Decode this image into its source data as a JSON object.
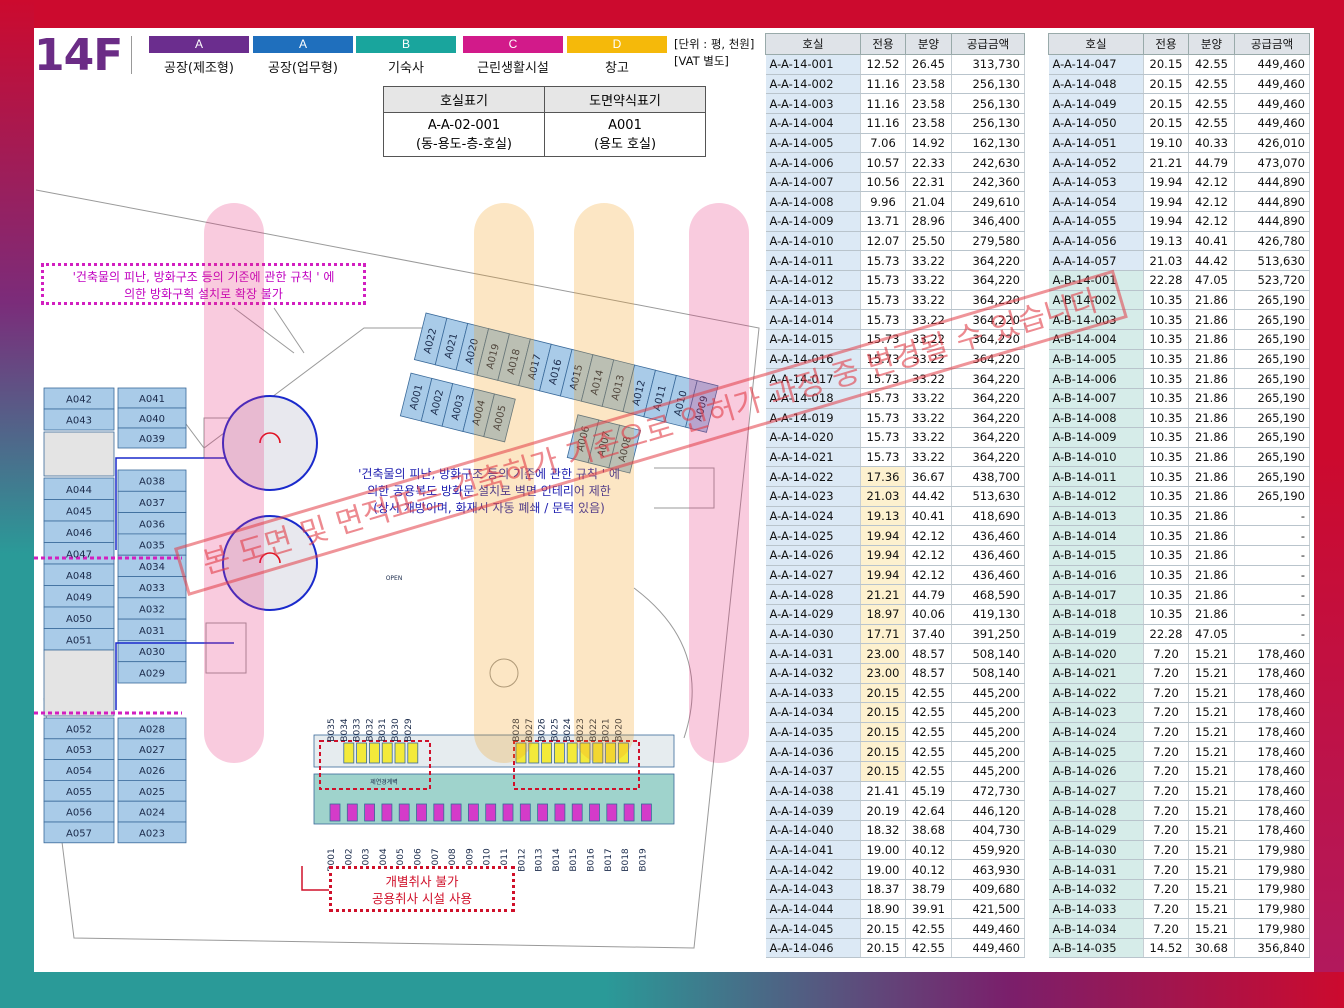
{
  "floor_label": "14F",
  "legend": [
    {
      "code": "A",
      "name": "공장(제조형)",
      "color": "#6b2d8e"
    },
    {
      "code": "A",
      "name": "공장(업무형)",
      "color": "#1f6fbd"
    },
    {
      "code": "B",
      "name": "기숙사",
      "color": "#19a59d"
    },
    {
      "code": "C",
      "name": "근린생활시설",
      "color": "#d21a8a"
    },
    {
      "code": "D",
      "name": "창고",
      "color": "#f5b90a"
    }
  ],
  "unit_note": [
    "[단위 : 평, 천원]",
    "[VAT 별도]"
  ],
  "numbering_key": {
    "headers": [
      "호실표기",
      "도면약식표기"
    ],
    "row": [
      [
        "A-A-02-001",
        "(동-용도-층-호실)"
      ],
      [
        "A001",
        "(용도 호실)"
      ]
    ]
  },
  "plan": {
    "note_top": [
      "'건축물의 피난, 방화구조 등의 기준에 관한 규칙 ' 에",
      "의한 방화구획 설치로 확장 불가"
    ],
    "note_mid": [
      "'건축물의 피난, 방화구조 등의 기준에 관한 규칙 ' 에",
      "의한 공용복도 방화문 설치로 벽면 인테리어 제한",
      "(상시 개방이며, 화재시 자동 폐쇄 / 문턱 있음)"
    ],
    "note_bottom": [
      "개별취사 불가",
      "공용취사 시설 사용"
    ],
    "stamp": "본 도면 및 면적표는 건축허가 기준으로 인허가 과정 중 변경될 수 있습니다",
    "west_left_top": [
      "A042",
      "A043"
    ],
    "west_right_top": [
      "A041",
      "A040",
      "A039"
    ],
    "west_left_mid": [
      "A044",
      "A045",
      "A046",
      "A047",
      "A048",
      "A049",
      "A050",
      "A051"
    ],
    "west_right_mid": [
      "A038",
      "A037",
      "A036",
      "A035",
      "A034",
      "A033",
      "A032",
      "A031",
      "A030",
      "A029"
    ],
    "west_left_bottom": [
      "A052",
      "A053",
      "A054",
      "A055",
      "A056",
      "A057"
    ],
    "west_right_bottom": [
      "A028",
      "A027",
      "A026",
      "A025",
      "A024",
      "A023"
    ],
    "ne_top": [
      "A022",
      "A021",
      "A020",
      "A019",
      "A018",
      "A017",
      "A016",
      "A015",
      "A014",
      "A013",
      "A012",
      "A011",
      "A010",
      "A009"
    ],
    "ne_bottom": [
      "A001",
      "A002",
      "A003",
      "A004",
      "A005",
      "A006",
      "A007",
      "A008"
    ],
    "south_top": [
      "B035",
      "B034",
      "B033",
      "B032",
      "B031",
      "B030",
      "B029",
      "B028",
      "B027",
      "B026",
      "B025",
      "B024",
      "B023",
      "B022",
      "B021",
      "B020"
    ],
    "south_bottom": [
      "B001",
      "B002",
      "B003",
      "B004",
      "B005",
      "B006",
      "B007",
      "B008",
      "B009",
      "B010",
      "B011",
      "B012",
      "B013",
      "B014",
      "B015",
      "B016",
      "B017",
      "B018",
      "B019"
    ],
    "corridor_label": "제연경계벽",
    "open_label": "OPEN"
  },
  "table_headers": [
    "호실",
    "전용",
    "분양",
    "공급금액"
  ],
  "table_left": [
    [
      "A-A-14-001",
      "12.52",
      "26.45",
      "313,730"
    ],
    [
      "A-A-14-002",
      "11.16",
      "23.58",
      "256,130"
    ],
    [
      "A-A-14-003",
      "11.16",
      "23.58",
      "256,130"
    ],
    [
      "A-A-14-004",
      "11.16",
      "23.58",
      "256,130"
    ],
    [
      "A-A-14-005",
      "7.06",
      "14.92",
      "162,130"
    ],
    [
      "A-A-14-006",
      "10.57",
      "22.33",
      "242,630"
    ],
    [
      "A-A-14-007",
      "10.56",
      "22.31",
      "242,360"
    ],
    [
      "A-A-14-008",
      "9.96",
      "21.04",
      "249,610"
    ],
    [
      "A-A-14-009",
      "13.71",
      "28.96",
      "346,400"
    ],
    [
      "A-A-14-010",
      "12.07",
      "25.50",
      "279,580"
    ],
    [
      "A-A-14-011",
      "15.73",
      "33.22",
      "364,220"
    ],
    [
      "A-A-14-012",
      "15.73",
      "33.22",
      "364,220"
    ],
    [
      "A-A-14-013",
      "15.73",
      "33.22",
      "364,220"
    ],
    [
      "A-A-14-014",
      "15.73",
      "33.22",
      "364,220"
    ],
    [
      "A-A-14-015",
      "15.73",
      "33.22",
      "364,220"
    ],
    [
      "A-A-14-016",
      "15.73",
      "33.22",
      "364,220"
    ],
    [
      "A-A-14-017",
      "15.73",
      "33.22",
      "364,220"
    ],
    [
      "A-A-14-018",
      "15.73",
      "33.22",
      "364,220"
    ],
    [
      "A-A-14-019",
      "15.73",
      "33.22",
      "364,220"
    ],
    [
      "A-A-14-020",
      "15.73",
      "33.22",
      "364,220"
    ],
    [
      "A-A-14-021",
      "15.73",
      "33.22",
      "364,220"
    ],
    [
      "A-A-14-022",
      "17.36",
      "36.67",
      "438,700"
    ],
    [
      "A-A-14-023",
      "21.03",
      "44.42",
      "513,630"
    ],
    [
      "A-A-14-024",
      "19.13",
      "40.41",
      "418,690"
    ],
    [
      "A-A-14-025",
      "19.94",
      "42.12",
      "436,460"
    ],
    [
      "A-A-14-026",
      "19.94",
      "42.12",
      "436,460"
    ],
    [
      "A-A-14-027",
      "19.94",
      "42.12",
      "436,460"
    ],
    [
      "A-A-14-028",
      "21.21",
      "44.79",
      "468,590"
    ],
    [
      "A-A-14-029",
      "18.97",
      "40.06",
      "419,130"
    ],
    [
      "A-A-14-030",
      "17.71",
      "37.40",
      "391,250"
    ],
    [
      "A-A-14-031",
      "23.00",
      "48.57",
      "508,140"
    ],
    [
      "A-A-14-032",
      "23.00",
      "48.57",
      "508,140"
    ],
    [
      "A-A-14-033",
      "20.15",
      "42.55",
      "445,200"
    ],
    [
      "A-A-14-034",
      "20.15",
      "42.55",
      "445,200"
    ],
    [
      "A-A-14-035",
      "20.15",
      "42.55",
      "445,200"
    ],
    [
      "A-A-14-036",
      "20.15",
      "42.55",
      "445,200"
    ],
    [
      "A-A-14-037",
      "20.15",
      "42.55",
      "445,200"
    ],
    [
      "A-A-14-038",
      "21.41",
      "45.19",
      "472,730"
    ],
    [
      "A-A-14-039",
      "20.19",
      "42.64",
      "446,120"
    ],
    [
      "A-A-14-040",
      "18.32",
      "38.68",
      "404,730"
    ],
    [
      "A-A-14-041",
      "19.00",
      "40.12",
      "459,920"
    ],
    [
      "A-A-14-042",
      "19.00",
      "40.12",
      "463,930"
    ],
    [
      "A-A-14-043",
      "18.37",
      "38.79",
      "409,680"
    ],
    [
      "A-A-14-044",
      "18.90",
      "39.91",
      "421,500"
    ],
    [
      "A-A-14-045",
      "20.15",
      "42.55",
      "449,460"
    ],
    [
      "A-A-14-046",
      "20.15",
      "42.55",
      "449,460"
    ]
  ],
  "table_right": [
    [
      "A-A-14-047",
      "20.15",
      "42.55",
      "449,460"
    ],
    [
      "A-A-14-048",
      "20.15",
      "42.55",
      "449,460"
    ],
    [
      "A-A-14-049",
      "20.15",
      "42.55",
      "449,460"
    ],
    [
      "A-A-14-050",
      "20.15",
      "42.55",
      "449,460"
    ],
    [
      "A-A-14-051",
      "19.10",
      "40.33",
      "426,010"
    ],
    [
      "A-A-14-052",
      "21.21",
      "44.79",
      "473,070"
    ],
    [
      "A-A-14-053",
      "19.94",
      "42.12",
      "444,890"
    ],
    [
      "A-A-14-054",
      "19.94",
      "42.12",
      "444,890"
    ],
    [
      "A-A-14-055",
      "19.94",
      "42.12",
      "444,890"
    ],
    [
      "A-A-14-056",
      "19.13",
      "40.41",
      "426,780"
    ],
    [
      "A-A-14-057",
      "21.03",
      "44.42",
      "513,630"
    ],
    [
      "A-B-14-001",
      "22.28",
      "47.05",
      "523,720"
    ],
    [
      "A-B-14-002",
      "10.35",
      "21.86",
      "265,190"
    ],
    [
      "A-B-14-003",
      "10.35",
      "21.86",
      "265,190"
    ],
    [
      "A-B-14-004",
      "10.35",
      "21.86",
      "265,190"
    ],
    [
      "A-B-14-005",
      "10.35",
      "21.86",
      "265,190"
    ],
    [
      "A-B-14-006",
      "10.35",
      "21.86",
      "265,190"
    ],
    [
      "A-B-14-007",
      "10.35",
      "21.86",
      "265,190"
    ],
    [
      "A-B-14-008",
      "10.35",
      "21.86",
      "265,190"
    ],
    [
      "A-B-14-009",
      "10.35",
      "21.86",
      "265,190"
    ],
    [
      "A-B-14-010",
      "10.35",
      "21.86",
      "265,190"
    ],
    [
      "A-B-14-011",
      "10.35",
      "21.86",
      "265,190"
    ],
    [
      "A-B-14-012",
      "10.35",
      "21.86",
      "265,190"
    ],
    [
      "A-B-14-013",
      "10.35",
      "21.86",
      "-"
    ],
    [
      "A-B-14-014",
      "10.35",
      "21.86",
      "-"
    ],
    [
      "A-B-14-015",
      "10.35",
      "21.86",
      "-"
    ],
    [
      "A-B-14-016",
      "10.35",
      "21.86",
      "-"
    ],
    [
      "A-B-14-017",
      "10.35",
      "21.86",
      "-"
    ],
    [
      "A-B-14-018",
      "10.35",
      "21.86",
      "-"
    ],
    [
      "A-B-14-019",
      "22.28",
      "47.05",
      "-"
    ],
    [
      "A-B-14-020",
      "7.20",
      "15.21",
      "178,460"
    ],
    [
      "A-B-14-021",
      "7.20",
      "15.21",
      "178,460"
    ],
    [
      "A-B-14-022",
      "7.20",
      "15.21",
      "178,460"
    ],
    [
      "A-B-14-023",
      "7.20",
      "15.21",
      "178,460"
    ],
    [
      "A-B-14-024",
      "7.20",
      "15.21",
      "178,460"
    ],
    [
      "A-B-14-025",
      "7.20",
      "15.21",
      "178,460"
    ],
    [
      "A-B-14-026",
      "7.20",
      "15.21",
      "178,460"
    ],
    [
      "A-B-14-027",
      "7.20",
      "15.21",
      "178,460"
    ],
    [
      "A-B-14-028",
      "7.20",
      "15.21",
      "178,460"
    ],
    [
      "A-B-14-029",
      "7.20",
      "15.21",
      "178,460"
    ],
    [
      "A-B-14-030",
      "7.20",
      "15.21",
      "179,980"
    ],
    [
      "A-B-14-031",
      "7.20",
      "15.21",
      "179,980"
    ],
    [
      "A-B-14-032",
      "7.20",
      "15.21",
      "179,980"
    ],
    [
      "A-B-14-033",
      "7.20",
      "15.21",
      "179,980"
    ],
    [
      "A-B-14-034",
      "7.20",
      "15.21",
      "179,980"
    ],
    [
      "A-B-14-035",
      "14.52",
      "30.68",
      "356,840"
    ]
  ]
}
